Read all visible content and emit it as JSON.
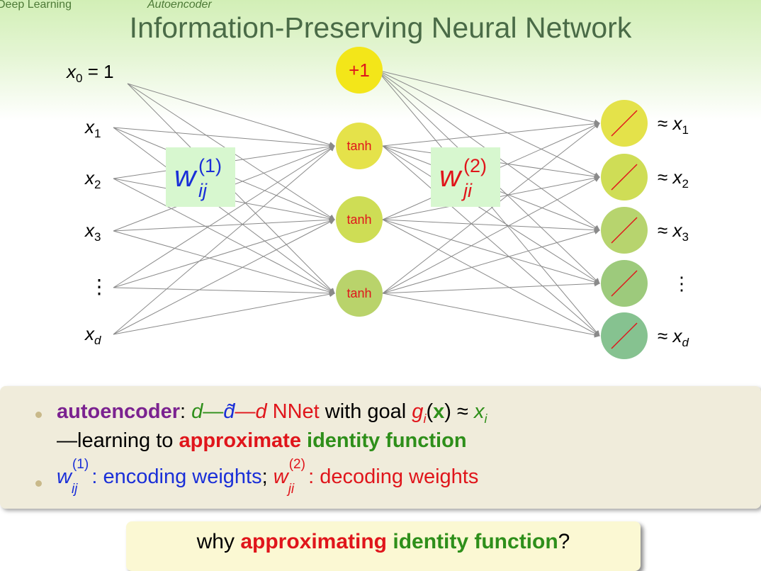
{
  "header": {
    "section": "Deep Learning",
    "subsection": "Autoencoder",
    "title": "Information-Preserving Neural Network"
  },
  "diagram": {
    "inputs": [
      {
        "base": "x",
        "sub": "0",
        "suffix": " = 1"
      },
      {
        "base": "x",
        "sub": "1",
        "suffix": ""
      },
      {
        "base": "x",
        "sub": "2",
        "suffix": ""
      },
      {
        "base": "x",
        "sub": "3",
        "suffix": ""
      },
      {
        "base": "⋮",
        "sub": "",
        "suffix": ""
      },
      {
        "base": "x",
        "sub": "d",
        "suffix": ""
      }
    ],
    "bias_node": "+1",
    "hidden_nodes": [
      "tanh",
      "tanh",
      "tanh"
    ],
    "output_labels": [
      {
        "approx": "≈ ",
        "base": "x",
        "sub": "1"
      },
      {
        "approx": "≈ ",
        "base": "x",
        "sub": "2"
      },
      {
        "approx": "≈ ",
        "base": "x",
        "sub": "3"
      },
      {
        "approx": "",
        "base": "⋮",
        "sub": ""
      },
      {
        "approx": "≈ ",
        "base": "x",
        "sub": "d"
      }
    ],
    "weight1": {
      "base": "w",
      "sub": "ij",
      "sup": "(1)"
    },
    "weight2": {
      "base": "w",
      "sub": "ji",
      "sup": "(2)"
    },
    "colors": {
      "bias": "#f3e619",
      "hidden": [
        "#e5e24a",
        "#cedd55",
        "#b9d36b"
      ],
      "output": [
        "#e4e24a",
        "#cfdd56",
        "#b7d46e",
        "#9dca7c",
        "#86c290"
      ],
      "edge": "#8a8a8a",
      "weight_box": "#d7f7cf"
    }
  },
  "bullets": {
    "b1_term": "autoencoder",
    "b1_colon": ": ",
    "b1_d1": "d",
    "b1_dash1": "—",
    "b1_dt": "d̃",
    "b1_dash2": "—",
    "b1_d2": "d",
    "b1_nnet": " NNet",
    "b1_goal": " with goal ",
    "b1_g": "g",
    "b1_gsub": "i",
    "b1_paren_open": "(",
    "b1_x": "x",
    "b1_paren_close": ")",
    "b1_approx": " ≈ ",
    "b1_xi": "x",
    "b1_xisub": "i",
    "b2_prefix": "—learning to ",
    "b2_red": "approximate",
    "b2_space": " ",
    "b2_green": "identity function",
    "b3_w1_base": "w",
    "b3_w1_sub": "ij",
    "b3_w1_sup": "(1)",
    "b3_enc": ": encoding weights",
    "b3_semi": "; ",
    "b3_w2_base": "w",
    "b3_w2_sub": "ji",
    "b3_w2_sup": "(2)",
    "b3_dec": ": decoding weights"
  },
  "question": {
    "prefix": "why ",
    "red": "approximating",
    "space": " ",
    "green": "identity function",
    "suffix": "?"
  }
}
